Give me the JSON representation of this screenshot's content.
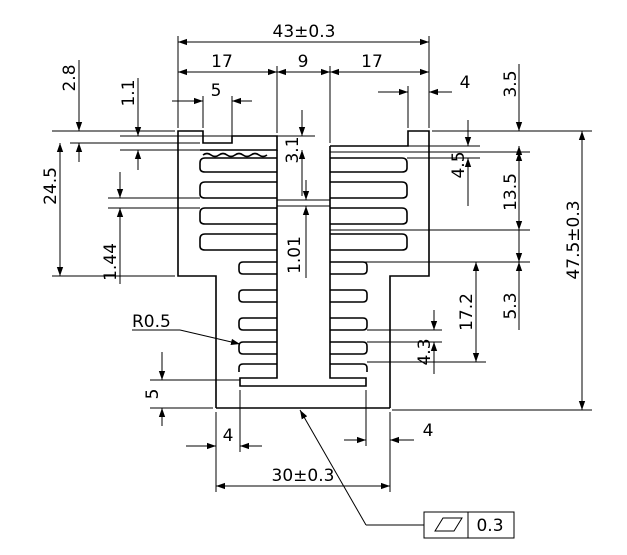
{
  "drawing": {
    "dimensions": {
      "overall_width": "43±0.3",
      "left_section": "17",
      "center_gap": "9",
      "right_section": "17",
      "notch_width": "5",
      "notch_depth": "1.1",
      "notch_offset": "2.8",
      "right_step_width": "4",
      "right_step_height": "3.5",
      "left_wide_height": "24.5",
      "fin_thickness_left": "1.44",
      "center_gap_depth": "3.1",
      "fin_root": "1.01",
      "right_top_fin_gap": "4.5",
      "right_wide_height": "13.5",
      "fin_pitch": "4.3",
      "lower_fin_height": "17.2",
      "lower_gap": "5.3",
      "overall_height": "47.5±0.3",
      "fillet_radius": "R0.5",
      "base_thickness": "5",
      "base_left_wall": "4",
      "base_right_wall": "4",
      "base_width": "30±0.3"
    },
    "flatness": {
      "symbol": "flatness-parallelogram",
      "tolerance": "0.3"
    }
  }
}
